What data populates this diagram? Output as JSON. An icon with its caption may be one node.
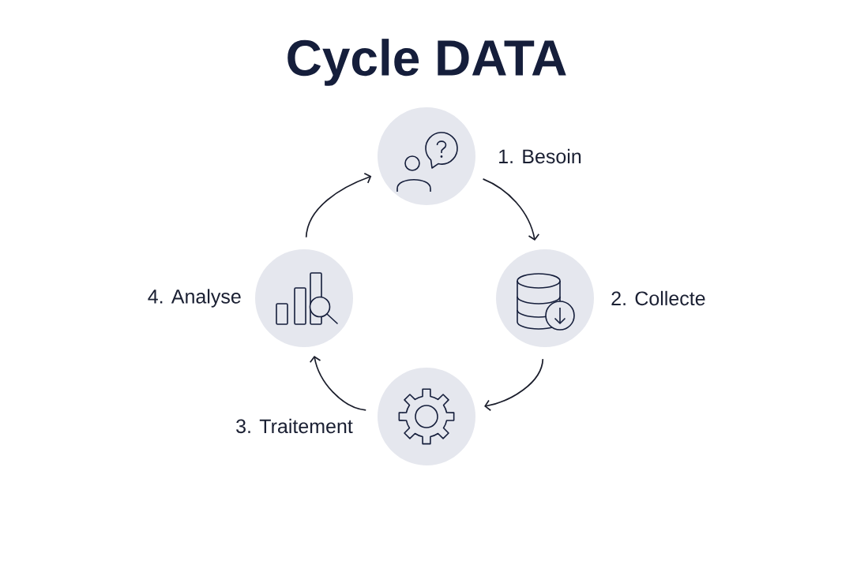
{
  "diagram": {
    "title": "Cycle DATA",
    "nodes": [
      {
        "text": [],
        "shape": "circle",
        "beside": [
          "1. Besoin"
        ]
      },
      {
        "text": [],
        "shape": "circle",
        "beside": [
          "2. Collecte"
        ]
      },
      {
        "text": [],
        "shape": "circle",
        "beside": [
          "3. Traitement"
        ]
      },
      {
        "text": [],
        "shape": "circle",
        "beside": [
          "4. Analyse"
        ]
      }
    ],
    "edges": [
      {
        "from": 0,
        "to": 1,
        "arrow": "to"
      },
      {
        "from": 1,
        "to": 2,
        "arrow": "to"
      },
      {
        "from": 2,
        "to": 3,
        "arrow": "to"
      },
      {
        "from": 3,
        "to": 0,
        "arrow": "to"
      }
    ]
  }
}
